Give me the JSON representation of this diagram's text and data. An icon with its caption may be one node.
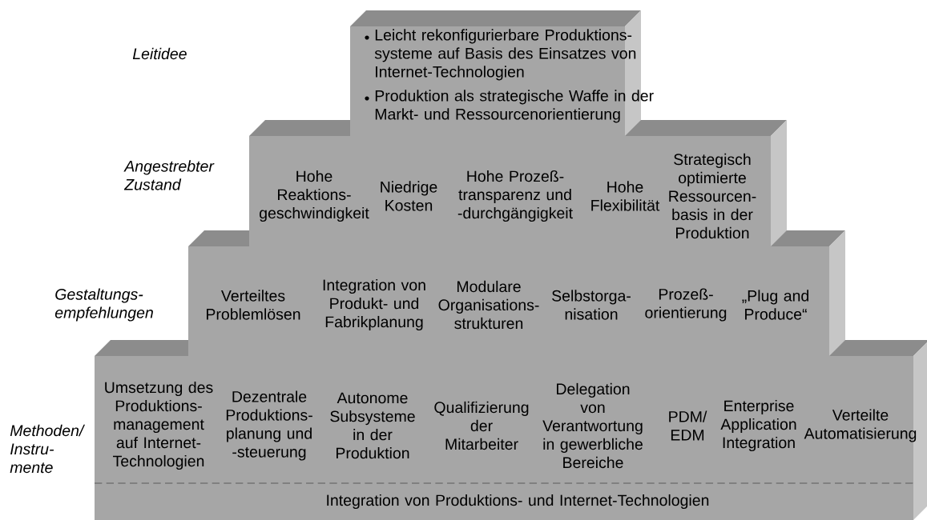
{
  "diagram": {
    "nodes": [
      {
        "text": [
          "Leicht rekonfigurierbare Produktions- systeme auf Basis des Einsatzes von Internet-Technologien",
          "Produktion als strategische Waffe in der Markt- und Ressourcenorientierung"
        ]
      },
      {
        "text": [
          "Hohe Reaktions- geschwindigkeit",
          "Niedrige Kosten",
          "Hohe Prozeß- transparenz und -durchgängigkeit",
          "Hohe Flexibilität",
          "Strategisch optimierte Ressourcen- basis in der Produktion"
        ]
      },
      {
        "text": [
          "Verteiltes Problemlösen",
          "Integration von Produkt- und Fabrikplanung",
          "Modulare Organisations- strukturen",
          "Selbstorga- nisation",
          "Prozeß- orientierung",
          "„Plug and Produce“"
        ]
      },
      {
        "text": [
          "Umsetzung des Produktions- management auf Internet- Technologien",
          "Dezentrale Produktions- planung und -steuerung",
          "Autonome Subsysteme in der Produktion",
          "Qualifizierung der Mitarbeiter",
          "Delegation von Verantwortung in gewerbliche Bereiche",
          "PDM/ EDM",
          "Enterprise Application Integration",
          "Verteilte Automatisierung",
          "Integration von Produktions- und Internet-Technologien"
        ]
      }
    ],
    "labels": [
      "Leitidee",
      "Angestrebter Zustand",
      "Gestaltungs- empfehlungen",
      "Methoden/ Instru- mente"
    ]
  }
}
